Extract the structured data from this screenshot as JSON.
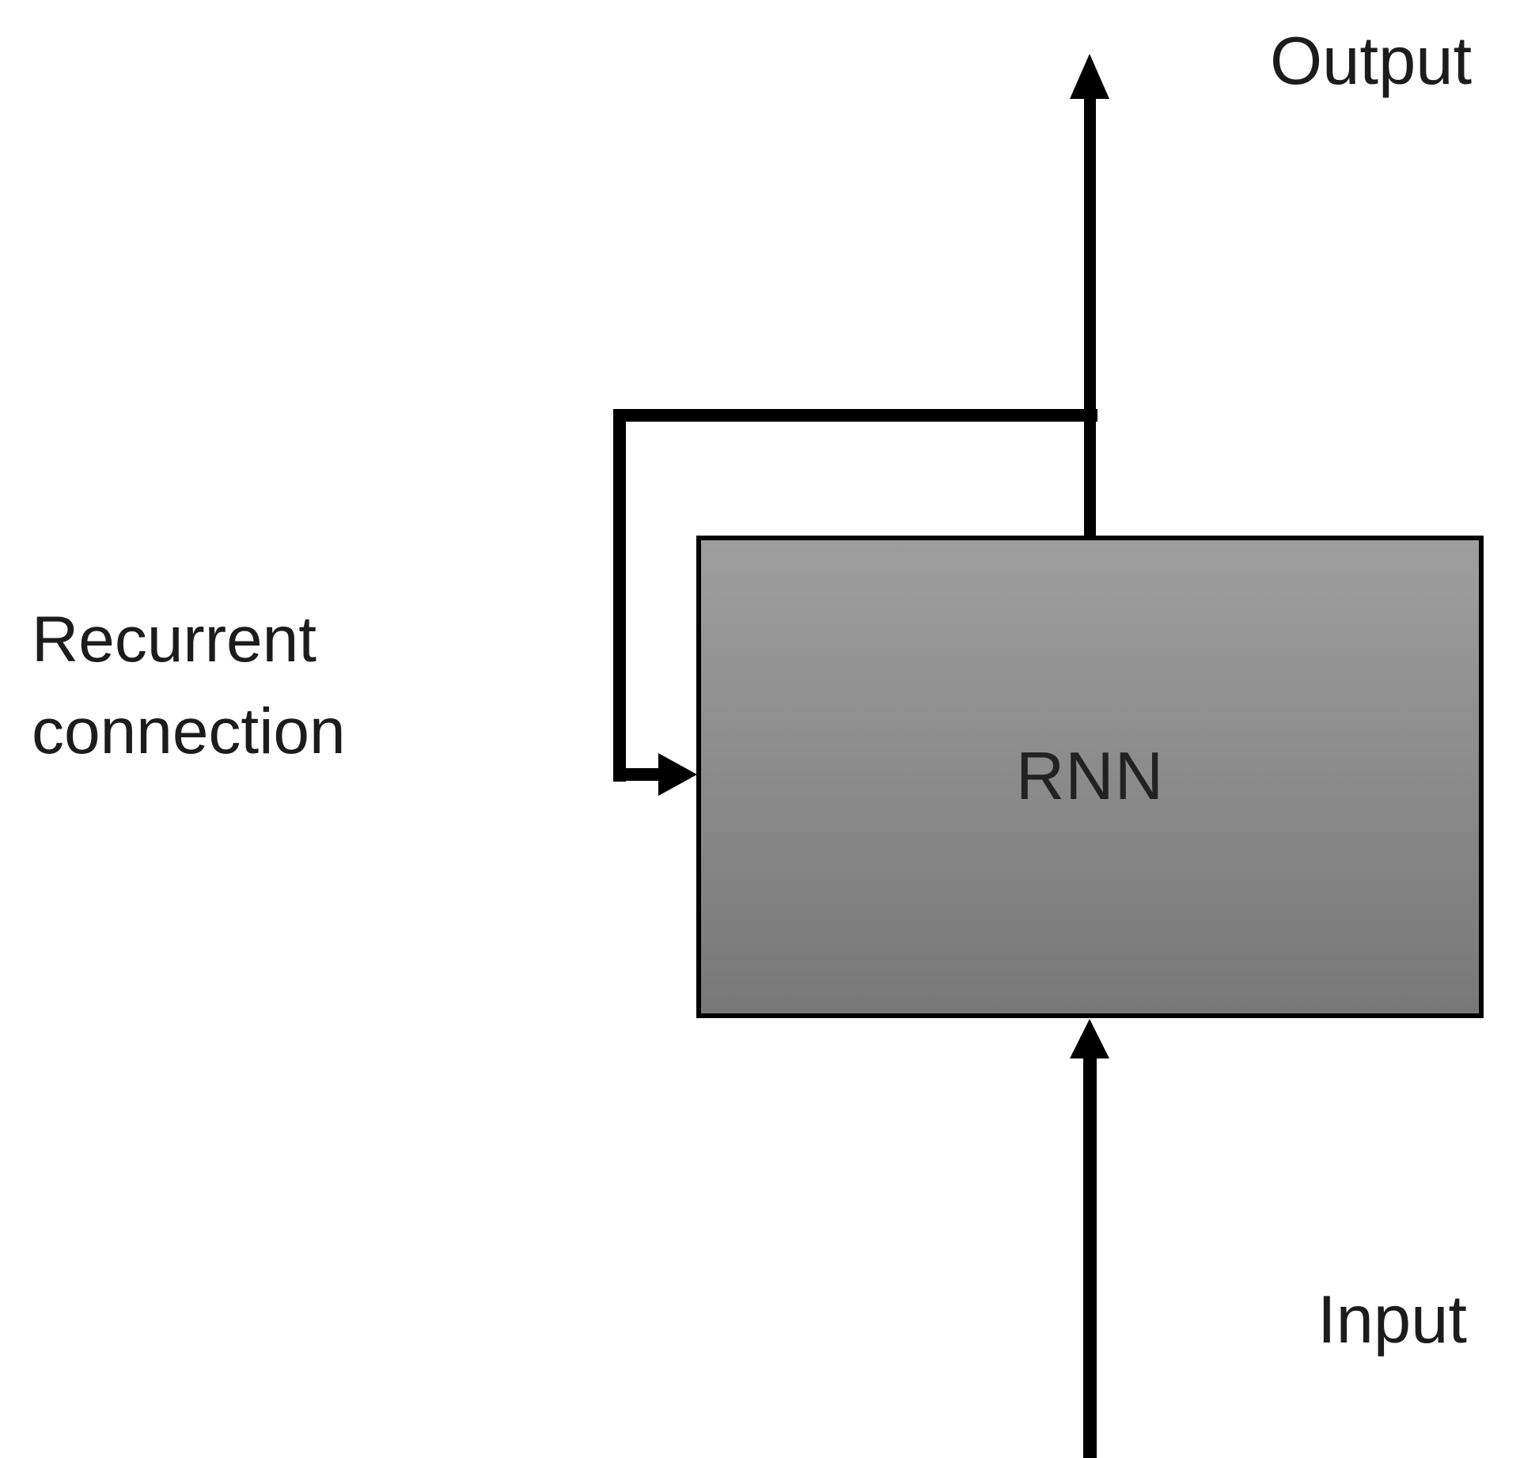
{
  "diagram": {
    "type": "rnn-architecture",
    "box_label": "RNN",
    "labels": {
      "output": "Output",
      "input": "Input",
      "recurrent": "Recurrent\nconnection"
    },
    "arrows": [
      {
        "name": "input-arrow",
        "from": "bottom edge",
        "to": "RNN box bottom",
        "direction": "up"
      },
      {
        "name": "output-arrow",
        "from": "RNN box top",
        "to": "top edge",
        "direction": "up"
      },
      {
        "name": "recurrent-arrow",
        "from": "output line",
        "to": "RNN box left side",
        "direction": "left-down-right loop"
      }
    ],
    "colors": {
      "background": "#ffffff",
      "line": "#000000",
      "text": "#1c1c1c",
      "box_fill_top": "#9e9e9e",
      "box_fill_bottom": "#787878",
      "box_border": "#000000"
    }
  }
}
